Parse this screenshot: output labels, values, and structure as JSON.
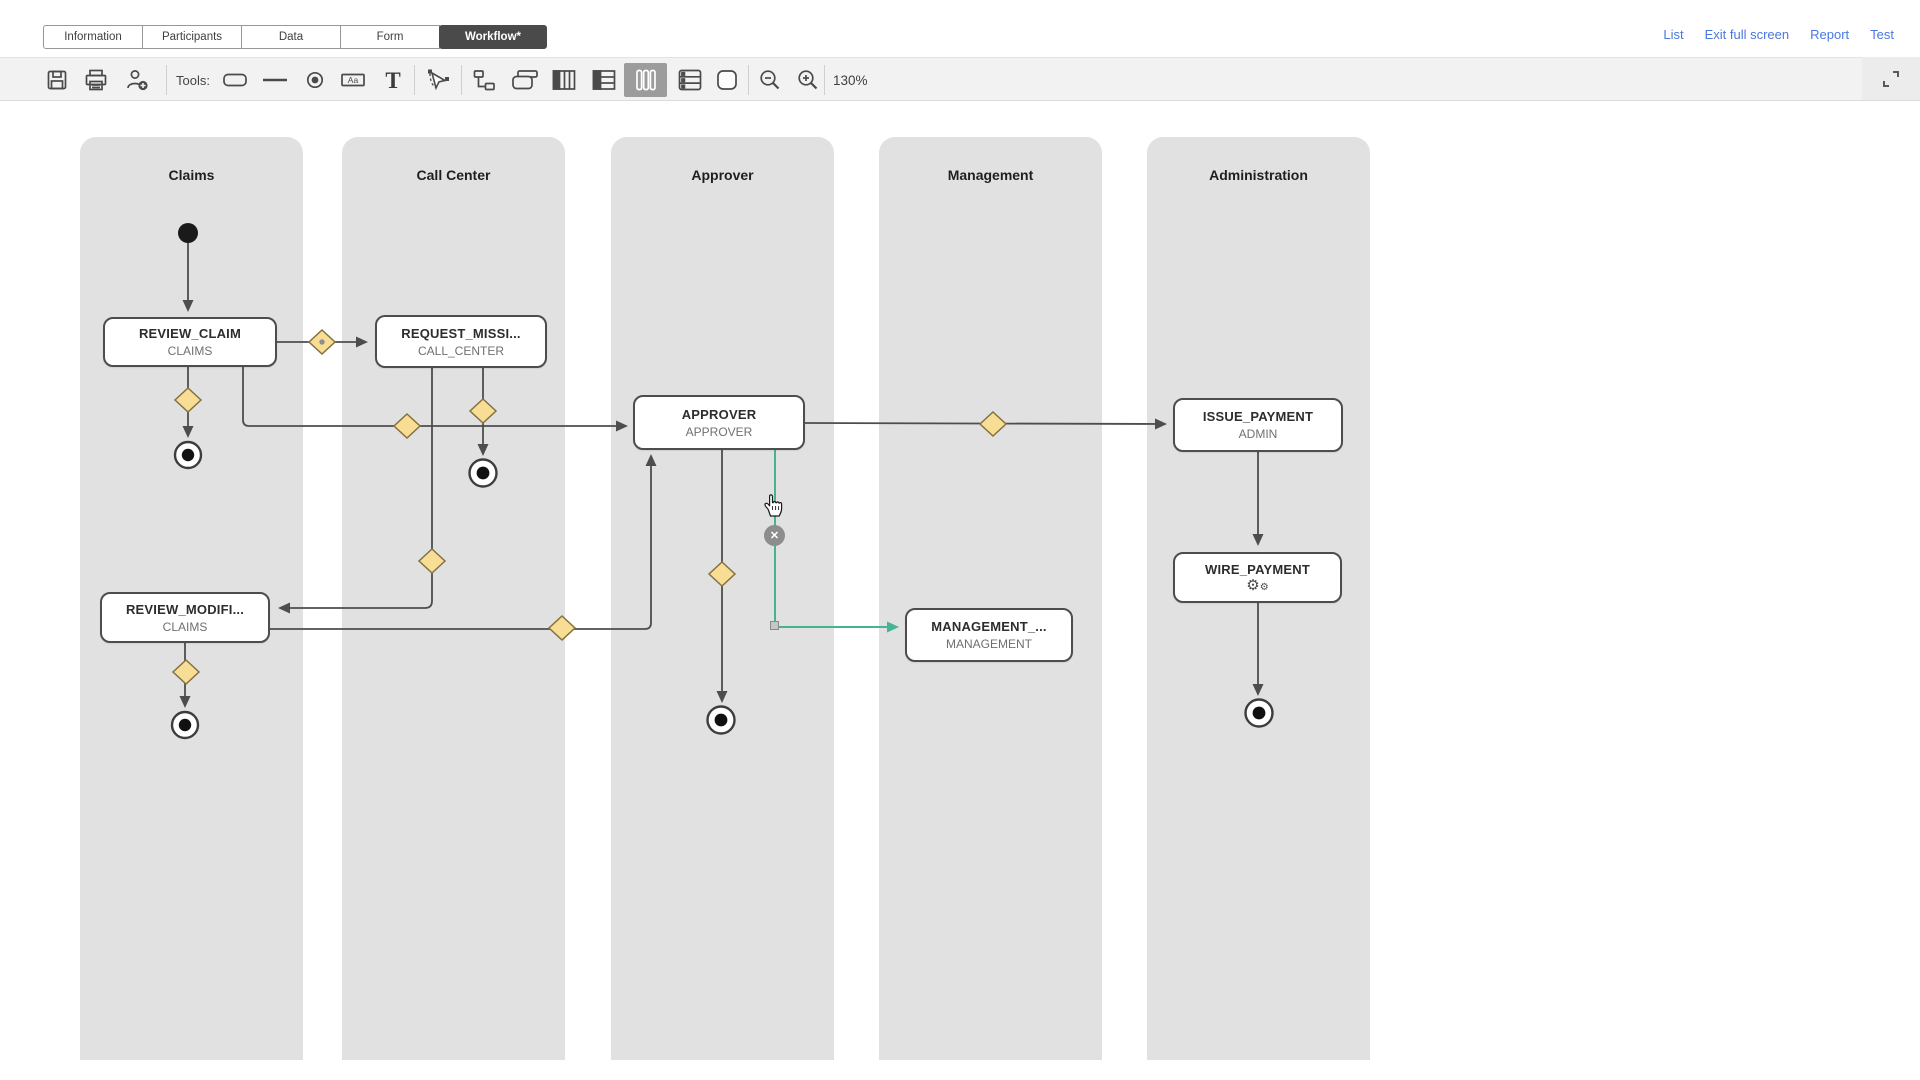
{
  "tabs": {
    "items": [
      {
        "label": "Information",
        "selected": false
      },
      {
        "label": "Participants",
        "selected": false
      },
      {
        "label": "Data",
        "selected": false
      },
      {
        "label": "Form",
        "selected": false
      },
      {
        "label": "Workflow*",
        "selected": true
      }
    ]
  },
  "header_links": {
    "list": "List",
    "exit_full_screen": "Exit full screen",
    "report": "Report",
    "test": "Test"
  },
  "toolbar": {
    "tools_label": "Tools:",
    "zoom_level": "130%",
    "icons": [
      "save-icon",
      "print-icon",
      "add-user-icon",
      "rectangle-tool-icon",
      "line-tool-icon",
      "circle-tool-icon",
      "textbox-tool-icon",
      "text-tool-icon",
      "select-pointer-icon",
      "hierarchy-icon",
      "panel-top-icon",
      "table-columns-icon",
      "table-rows-icon",
      "vertical-lanes-icon",
      "list-rows-icon",
      "rounded-square-icon",
      "zoom-out-icon",
      "zoom-in-icon",
      "fullscreen-expand-icon"
    ],
    "selected_tool": "vertical-lanes-icon"
  },
  "lanes": [
    {
      "label": "Claims"
    },
    {
      "label": "Call Center"
    },
    {
      "label": "Approver"
    },
    {
      "label": "Management"
    },
    {
      "label": "Administration"
    }
  ],
  "nodes": [
    {
      "title": "REVIEW_CLAIM",
      "subtitle": "CLAIMS"
    },
    {
      "title": "REQUEST_MISSI...",
      "subtitle": "CALL_CENTER"
    },
    {
      "title": "APPROVER",
      "subtitle": "APPROVER"
    },
    {
      "title": "MANAGEMENT_...",
      "subtitle": "MANAGEMENT"
    },
    {
      "title": "ISSUE_PAYMENT",
      "subtitle": "ADMIN"
    },
    {
      "title": "WIRE_PAYMENT",
      "subtitle": "",
      "subtitle_icon": "gears-icon"
    },
    {
      "title": "REVIEW_MODIFI...",
      "subtitle": "CLAIMS"
    }
  ],
  "overlay": {
    "delete_connection_label": "✕"
  },
  "colors": {
    "selected_connection": "#47b394",
    "gateway_fill": "#f8dd95",
    "lane_background": "#e1e1e1",
    "link_blue": "#4a78e0",
    "selected_tab_background": "#4a4a4a",
    "edge_gray": "#4d4d4d"
  }
}
